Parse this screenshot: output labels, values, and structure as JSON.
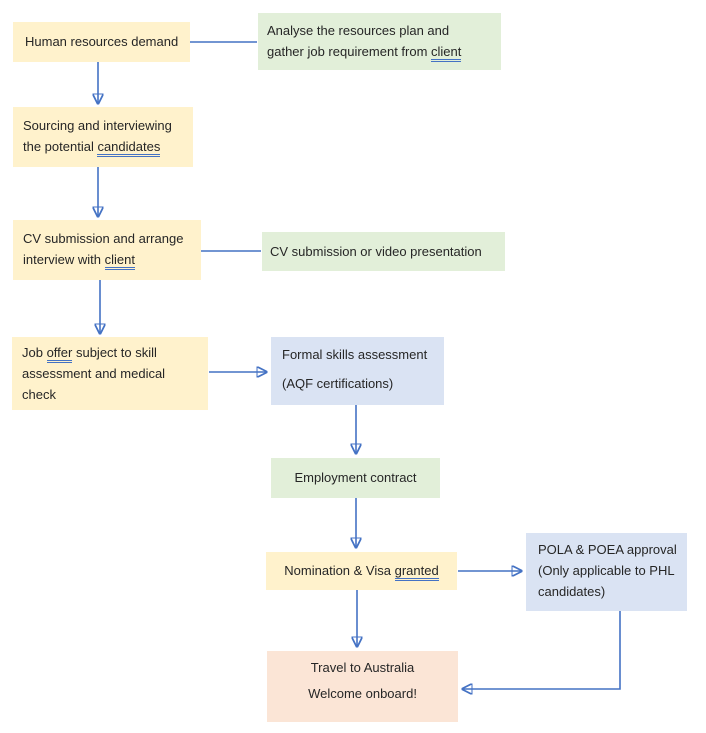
{
  "diagram": {
    "title": "Recruitment process flowchart",
    "accent_color": "#4472C4",
    "text_color": "#262626",
    "background_color": "#ffffff",
    "colors": {
      "yellow": "#FFF2CC",
      "green": "#E2EFD9",
      "blue": "#DAE3F3",
      "peach": "#FBE5D6"
    },
    "nodes": [
      {
        "id": "human-resources-demand",
        "color": "yellow",
        "lines": [
          {
            "segs": [
              {
                "t": "Human resources demand"
              }
            ]
          }
        ]
      },
      {
        "id": "analyse-plan",
        "color": "green",
        "lines": [
          {
            "segs": [
              {
                "t": "Analyse the resources plan and"
              }
            ]
          },
          {
            "segs": [
              {
                "t": "gather job requirement from "
              },
              {
                "t": "client",
                "u": true
              }
            ]
          }
        ]
      },
      {
        "id": "sourcing-interviewing",
        "color": "yellow",
        "lines": [
          {
            "segs": [
              {
                "t": "Sourcing and interviewing"
              }
            ]
          },
          {
            "segs": [
              {
                "t": "the potential "
              },
              {
                "t": "candidates",
                "u": true
              }
            ]
          }
        ]
      },
      {
        "id": "cv-submission-interview",
        "color": "yellow",
        "lines": [
          {
            "segs": [
              {
                "t": "CV submission and arrange"
              }
            ]
          },
          {
            "segs": [
              {
                "t": "interview with "
              },
              {
                "t": "client",
                "u": true
              }
            ]
          }
        ]
      },
      {
        "id": "cv-video-presentation",
        "color": "green",
        "lines": [
          {
            "segs": [
              {
                "t": "CV submission or video presentation"
              }
            ]
          }
        ]
      },
      {
        "id": "job-offer",
        "color": "yellow",
        "lines": [
          {
            "segs": [
              {
                "t": "Job "
              },
              {
                "t": "offer",
                "u": true
              },
              {
                "t": " subject to skill"
              }
            ]
          },
          {
            "segs": [
              {
                "t": "assessment and medical"
              }
            ]
          },
          {
            "segs": [
              {
                "t": "check"
              }
            ]
          }
        ]
      },
      {
        "id": "formal-skills-assessment",
        "color": "blue",
        "lines": [
          {
            "segs": [
              {
                "t": "Formal skills assessment"
              }
            ]
          },
          {
            "segs": [
              {
                "t": "(AQF certifications)"
              }
            ],
            "gap": true
          }
        ]
      },
      {
        "id": "employment-contract",
        "color": "green",
        "lines": [
          {
            "segs": [
              {
                "t": "Employment contract"
              }
            ]
          }
        ]
      },
      {
        "id": "nomination-visa",
        "color": "yellow",
        "lines": [
          {
            "segs": [
              {
                "t": "Nomination & Visa "
              },
              {
                "t": "granted",
                "u": true
              }
            ]
          }
        ]
      },
      {
        "id": "pola-poea-approval",
        "color": "blue",
        "lines": [
          {
            "segs": [
              {
                "t": "POLA & POEA approval"
              }
            ]
          },
          {
            "segs": [
              {
                "t": "(Only applicable to PHL"
              }
            ]
          },
          {
            "segs": [
              {
                "t": "candidates)"
              }
            ]
          }
        ]
      },
      {
        "id": "travel-australia",
        "color": "peach",
        "lines": [
          {
            "segs": [
              {
                "t": "Travel to Australia"
              }
            ]
          },
          {
            "segs": [
              {
                "t": "Welcome onboard!"
              }
            ],
            "gap": true
          }
        ]
      }
    ],
    "edges": [
      {
        "from": "human-resources-demand",
        "to": "analyse-plan",
        "style": "plain-line"
      },
      {
        "from": "human-resources-demand",
        "to": "sourcing-interviewing",
        "style": "arrow"
      },
      {
        "from": "sourcing-interviewing",
        "to": "cv-submission-interview",
        "style": "arrow"
      },
      {
        "from": "cv-submission-interview",
        "to": "cv-video-presentation",
        "style": "plain-line"
      },
      {
        "from": "cv-submission-interview",
        "to": "job-offer",
        "style": "arrow"
      },
      {
        "from": "job-offer",
        "to": "formal-skills-assessment",
        "style": "arrow"
      },
      {
        "from": "formal-skills-assessment",
        "to": "employment-contract",
        "style": "arrow"
      },
      {
        "from": "employment-contract",
        "to": "nomination-visa",
        "style": "arrow"
      },
      {
        "from": "nomination-visa",
        "to": "pola-poea-approval",
        "style": "arrow"
      },
      {
        "from": "nomination-visa",
        "to": "travel-australia",
        "style": "arrow"
      },
      {
        "from": "pola-poea-approval",
        "to": "travel-australia",
        "style": "elbow-arrow"
      }
    ]
  }
}
